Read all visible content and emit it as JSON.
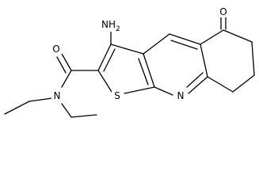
{
  "molecule": {
    "atoms": {
      "amine_n": "NH",
      "amine_h_count": "2",
      "ketone_o": "O",
      "amide_o": "O",
      "amide_n": "N",
      "thiophene_s": "S",
      "pyridine_n": "N"
    }
  },
  "colors": {
    "bond": "#000000",
    "background": "#ffffff"
  }
}
